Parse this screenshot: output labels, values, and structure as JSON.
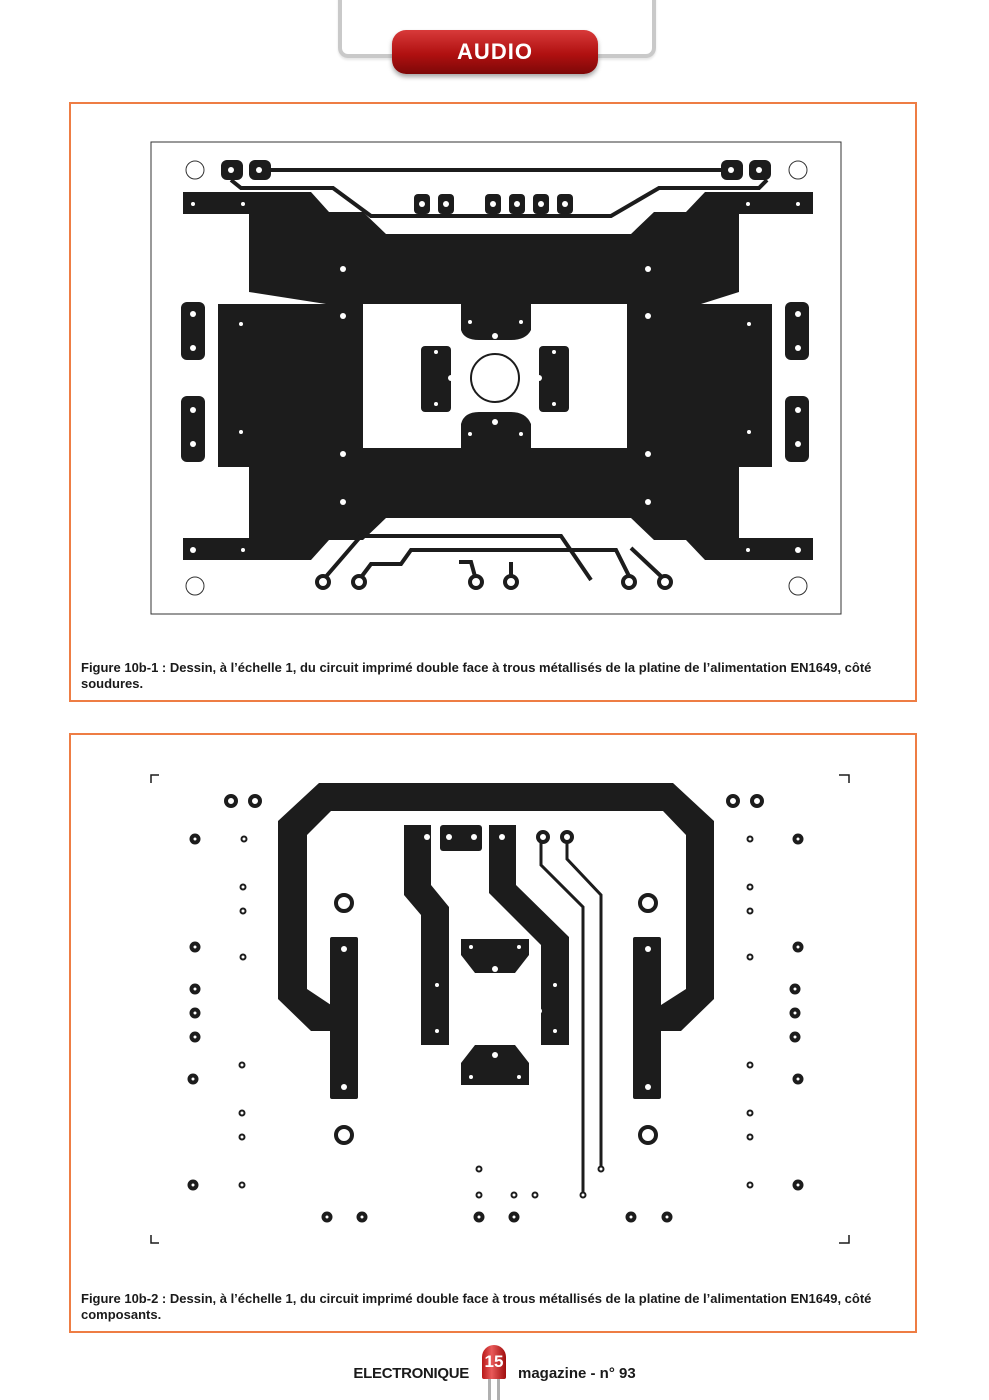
{
  "header": {
    "section": "AUDIO"
  },
  "figures": [
    {
      "id": "10b-1",
      "label": "Figure 10b-1 :",
      "caption": "Dessin, à l’échelle 1, du circuit imprimé double face à trous métallisés de la platine de l’alimentation EN1649, côté soudures."
    },
    {
      "id": "10b-2",
      "label": "Figure 10b-2 :",
      "caption": "Dessin, à l’échelle 1, du circuit imprimé double face à trous métallisés de la platine de l’alimentation EN1649, côté composants."
    }
  ],
  "footer": {
    "magazine": "ELECTRONIQUE",
    "page_number": "15",
    "issue": "magazine - n° 93"
  },
  "colors": {
    "accent": "#ee7d44",
    "badge": "#b01010",
    "copper": "#1c1c1c"
  }
}
